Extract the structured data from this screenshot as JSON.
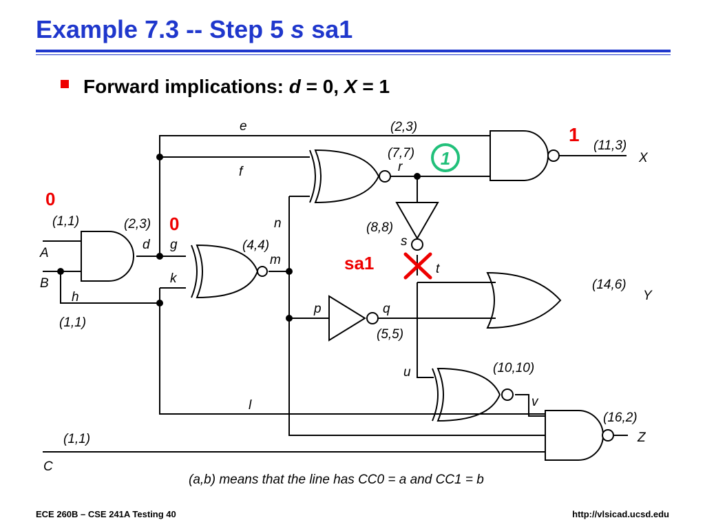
{
  "slide": {
    "title_main": "Example 7.3 -- Step 5 ",
    "title_italic": "s",
    "title_tail": " sa1",
    "bullet_main": "Forward implications: ",
    "bullet_d": "d",
    "bullet_mid": " = 0, ",
    "bullet_x": "X",
    "bullet_tail": " = 1",
    "footer_left": "ECE 260B – CSE 241A Testing 40",
    "footer_right": "http://vlsicad.ucsd.edu"
  },
  "circuit": {
    "signals": {
      "A": "A",
      "B": "B",
      "C": "C",
      "X": "X",
      "Y": "Y",
      "Z": "Z",
      "d": "d",
      "e": "e",
      "f": "f",
      "g": "g",
      "h": "h",
      "k": "k",
      "l": "l",
      "m": "m",
      "n": "n",
      "p": "p",
      "q": "q",
      "r": "r",
      "s": "s",
      "t": "t",
      "u": "u",
      "v": "v"
    },
    "controllability": {
      "A": "(1,1)",
      "B": "(1,1)",
      "C": "(1,1)",
      "d": "(2,3)",
      "e": "(2,3)",
      "r": "(7,7)",
      "m": "(4,4)",
      "s": "(8,8)",
      "q": "(5,5)",
      "X": "(11,3)",
      "Y": "(14,6)",
      "v": "(10,10)",
      "Z": "(16,2)"
    },
    "annotations": {
      "input_value": "0",
      "d_value": "0",
      "x_value": "1",
      "r_value": "1",
      "fault": "sa1"
    },
    "legend": "(a,b) means that the line has CC0 = a and CC1 = b",
    "colors": {
      "wire": "#000000",
      "annotation": "#ee0000",
      "circled": "#21c07a"
    }
  }
}
